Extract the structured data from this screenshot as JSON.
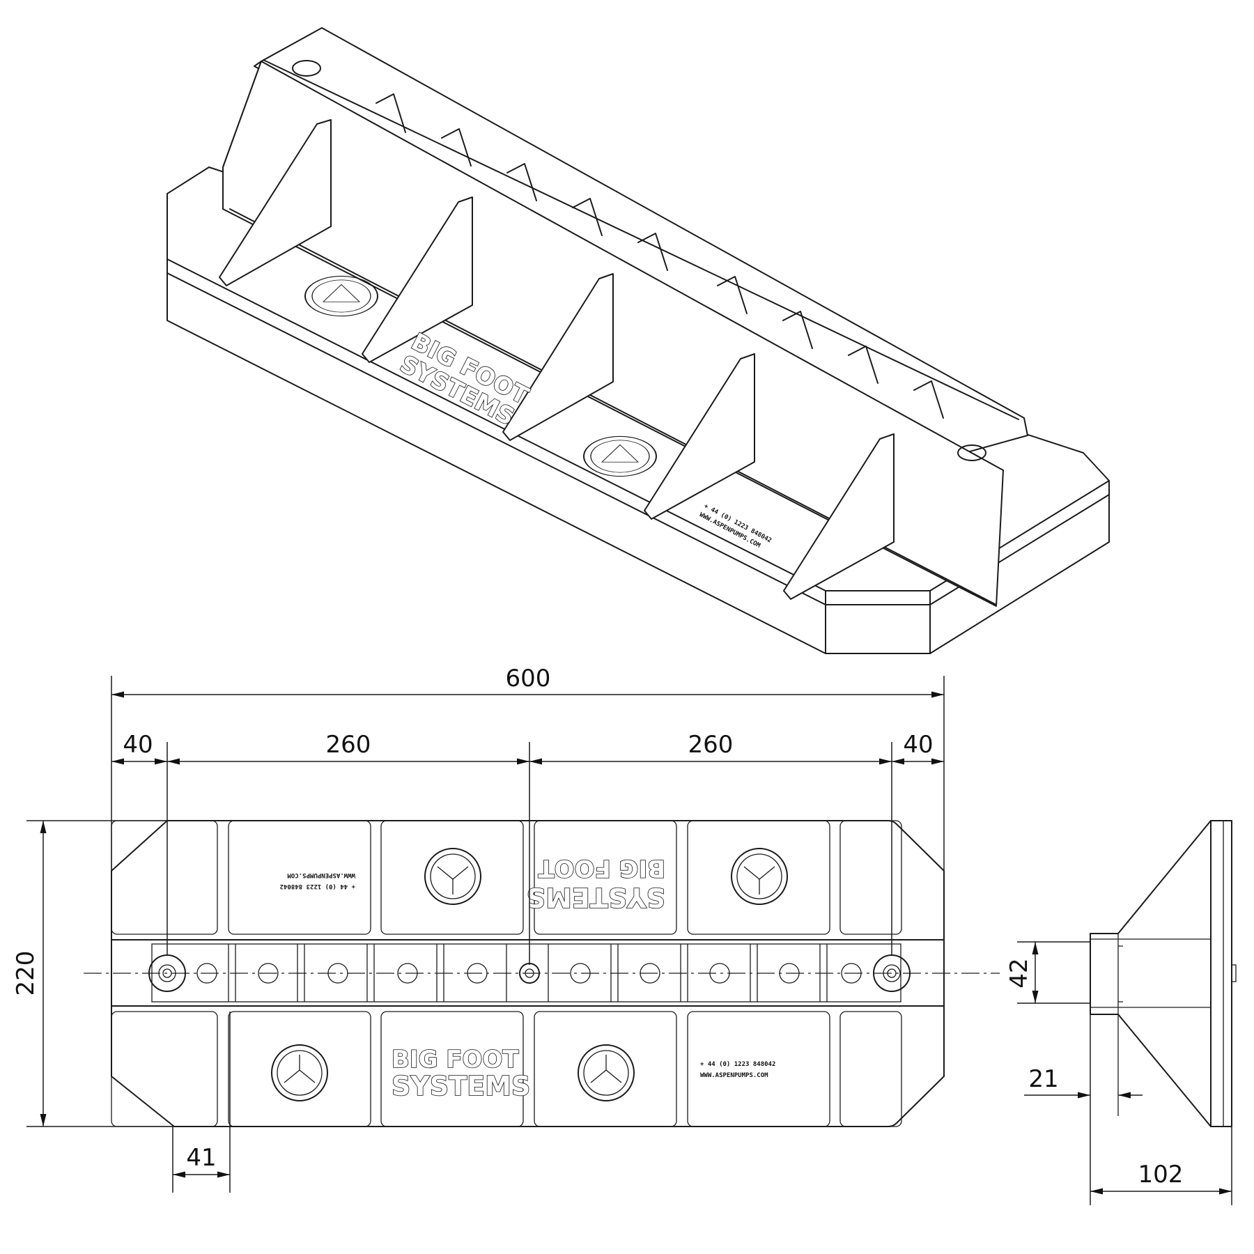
{
  "dimensions": {
    "overall_length": "600",
    "end_offset_left": "40",
    "bolt_spacing_left": "260",
    "bolt_spacing_right": "260",
    "end_offset_right": "40",
    "overall_width": "220",
    "ridge_width": "42",
    "pad_width": "41",
    "flange_offset": "21",
    "height": "102"
  },
  "branding": {
    "line1": "BIG FOOT",
    "line2": "SYSTEMS",
    "phone": "+ 44 (0) 1223 848042",
    "website": "WWW.ASPENPUMPS.COM"
  }
}
